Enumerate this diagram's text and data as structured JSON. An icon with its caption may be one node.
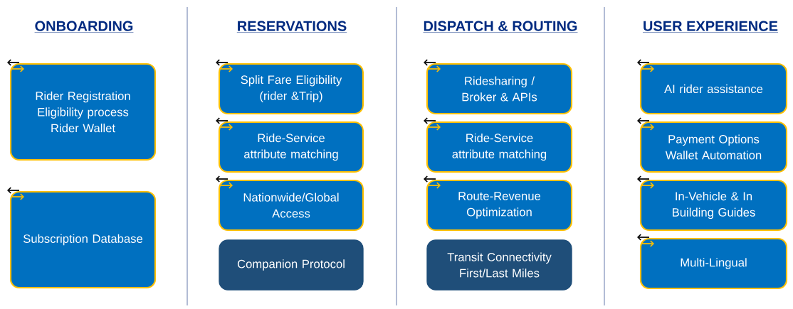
{
  "diagram": {
    "nodes": [
      {
        "text": [
          "Rider Registration Eligibility process Rider Wallet"
        ]
      },
      {
        "text": [
          "Subscription Database"
        ]
      },
      {
        "text": [
          "Split Fare Eligibility (rider &Trip)"
        ]
      },
      {
        "text": [
          "Ride-Service attribute matching"
        ]
      },
      {
        "text": [
          "Nationwide/Global Access"
        ]
      },
      {
        "text": [
          "Companion Protocol"
        ]
      },
      {
        "text": [
          "Ridesharing / Broker & APIs"
        ]
      },
      {
        "text": [
          "Ride-Service attribute matching"
        ]
      },
      {
        "text": [
          "Route-Revenue Optimization"
        ]
      },
      {
        "text": [
          "Transit Connectivity First/Last Miles"
        ]
      },
      {
        "text": [
          "AI rider assistance"
        ]
      },
      {
        "text": [
          "Payment Options Wallet Automation"
        ]
      },
      {
        "text": [
          "In-Vehicle & In Building Guides"
        ]
      },
      {
        "text": [
          "Multi-Lingual"
        ]
      }
    ],
    "labels": [
      "ONBOARDING",
      "RESERVATIONS",
      "DISPATCH & ROUTING",
      "USER EXPERIENCE"
    ]
  }
}
